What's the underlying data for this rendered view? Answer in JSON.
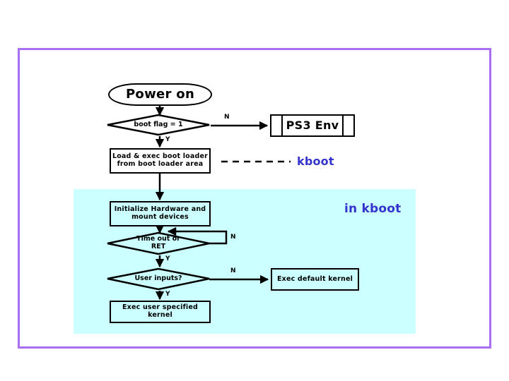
{
  "diagram": {
    "title_nodes": {
      "power_on": "Power on",
      "ps3_env": "PS3 Env",
      "load_boot_loader": "Load & exec boot loader\nfrom boot loader area",
      "load_boot_loader_line1": "Load & exec boot loader",
      "load_boot_loader_line2": "from boot loader area",
      "init_hardware_line1": "Initialize Hardware and",
      "init_hardware_line2": "mount devices",
      "timeout_line1": "Time out or",
      "timeout_line2": "RET",
      "boot_flag": "boot flag = 1",
      "user_inputs": "User inputs?",
      "exec_default_kernel": "Exec default kernel",
      "exec_user_kernel": "Exec user specified kernel"
    },
    "branch_labels": {
      "boot_flag_no": "N",
      "boot_flag_yes": "Y",
      "timeout_no": "N",
      "timeout_yes": "Y",
      "user_inputs_no": "N",
      "user_inputs_yes": "Y"
    },
    "annotations": {
      "kboot": "kboot",
      "in_kboot": "in kboot"
    },
    "colors": {
      "frame_border": "#a96ef5",
      "kboot_region_fill": "#ccffff",
      "annotation_text": "#3333cc",
      "node_stroke": "#000000",
      "background": "#ffffff"
    }
  }
}
